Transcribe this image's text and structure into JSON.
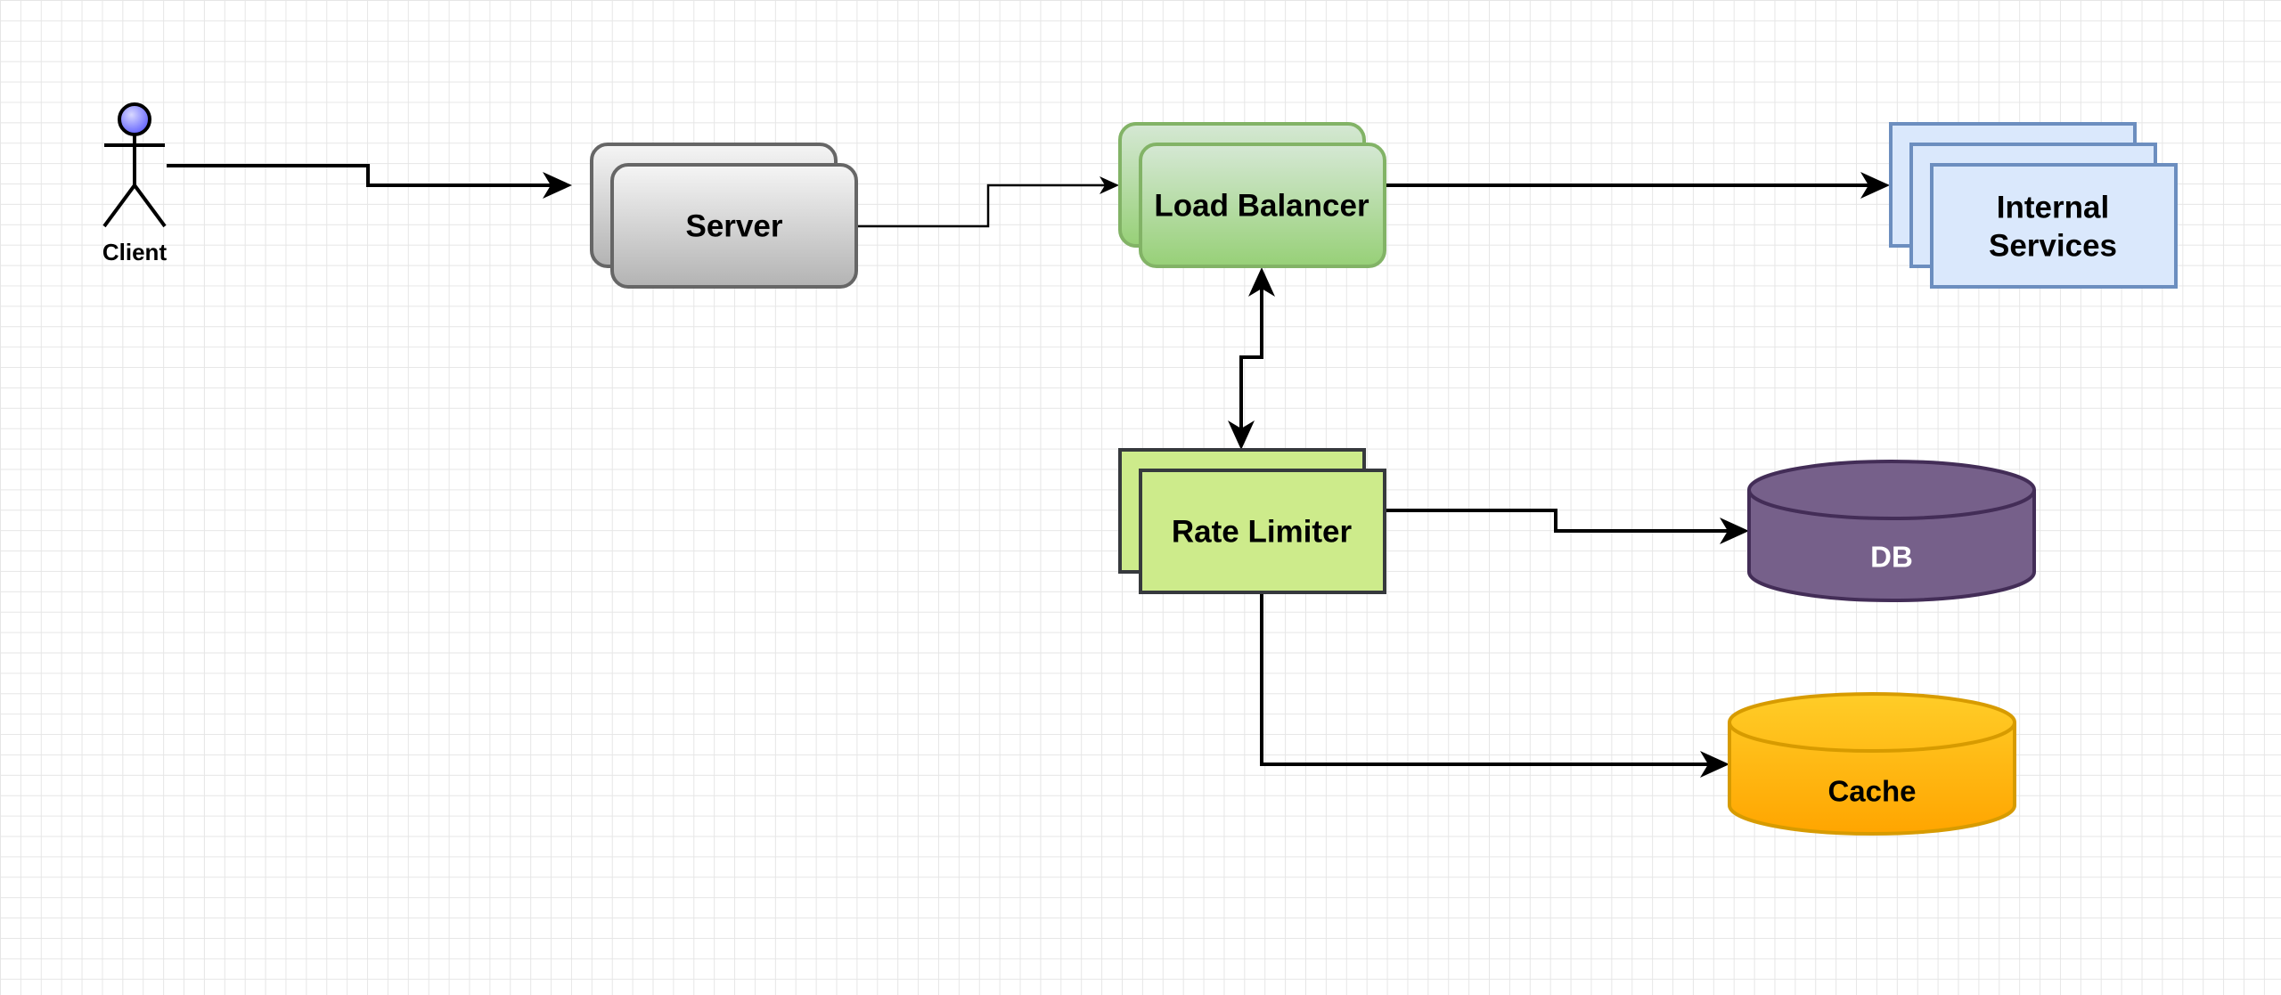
{
  "diagram": {
    "client": {
      "label": "Client"
    },
    "server": {
      "label": "Server"
    },
    "load_balancer": {
      "label": "Load Balancer"
    },
    "internal_services": {
      "label_line1": "Internal",
      "label_line2": "Services"
    },
    "rate_limiter": {
      "label": "Rate Limiter"
    },
    "db": {
      "label": "DB"
    },
    "cache": {
      "label": "Cache"
    }
  },
  "colors": {
    "server_fill_top": "#f5f5f5",
    "server_fill_bottom": "#b3b3b3",
    "server_stroke": "#666666",
    "load_balancer_fill_top": "#d5e8d4",
    "load_balancer_fill_bottom": "#97d077",
    "load_balancer_stroke": "#82b366",
    "internal_services_fill": "#dae8fc",
    "internal_services_stroke": "#6c8ebf",
    "rate_limiter_fill": "#cdeb8b",
    "rate_limiter_stroke": "#36393d",
    "db_fill": "#76608a",
    "db_stroke": "#432d57",
    "db_text": "#ffffff",
    "cache_fill_top": "#ffcd28",
    "cache_fill_bottom": "#ffa500",
    "cache_stroke": "#d79b00",
    "client_head": "#6f6fff",
    "edge": "#000000"
  }
}
